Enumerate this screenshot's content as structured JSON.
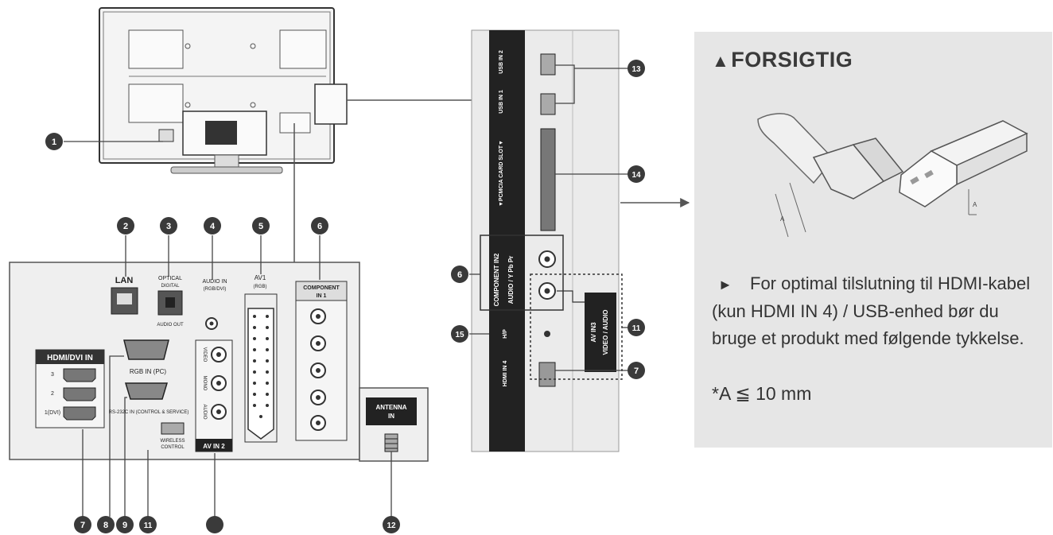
{
  "caution": {
    "title": "FORSIGTIG",
    "warning_icon": "warning-triangle-icon",
    "instruction": "For optimal tilslutning til HDMI-kabel (kun HDMI IN 4) / USB-enhed bør du bruge et produkt med følgende tykkelse.",
    "spec": "*A ≦ 10 mm",
    "dim_label": "A"
  },
  "rear_panel": {
    "lan": "LAN",
    "optical": "OPTICAL",
    "optical_sub": "DIGITAL",
    "audio_out": "AUDIO OUT",
    "audio_in": "AUDIO IN",
    "audio_in_sub": "(RGB/DVI)",
    "av1": "AV1",
    "av1_sub": "(RGB)",
    "component_in": "COMPONENT",
    "component_in_sub": "IN 1",
    "hdmi_dvi_in": "HDMI/DVI IN",
    "hdmi_ports": [
      "3",
      "2",
      "1(DVI)"
    ],
    "rgb_in": "RGB IN (PC)",
    "rs232c": "RS-232C IN (CONTROL & SERVICE)",
    "wireless": "WIRELESS",
    "wireless_sub": "CONTROL",
    "av_in2": "AV IN 2",
    "video": "VIDEO",
    "mono": "MONO",
    "audio": "AUDIO",
    "antenna": "ANTENNA",
    "antenna_sub": "IN"
  },
  "side_panel": {
    "usb_in2": "USB IN 2",
    "usb_in1": "USB IN 1",
    "pcmcia": "▼PCMCIA CARD SLOT▼",
    "component_in2": "COMPONENT IN2",
    "component_in2_sub": "AUDIO / Y Pb Pr",
    "hp": "H/P",
    "hdmi_in4": "HDMI IN 4",
    "av_in3": "AV IN3",
    "av_in3_sub": "VIDEO / AUDIO"
  },
  "callouts": [
    "1",
    "2",
    "3",
    "4",
    "5",
    "6",
    "7",
    "8",
    "9",
    "11",
    "12",
    "13",
    "14",
    "6",
    "15",
    "11",
    "7"
  ],
  "colors": {
    "callout": "#3a3a3a",
    "panel_dark": "#222222",
    "panel_bg": "#efefef",
    "caution_bg": "#e6e6e6"
  }
}
